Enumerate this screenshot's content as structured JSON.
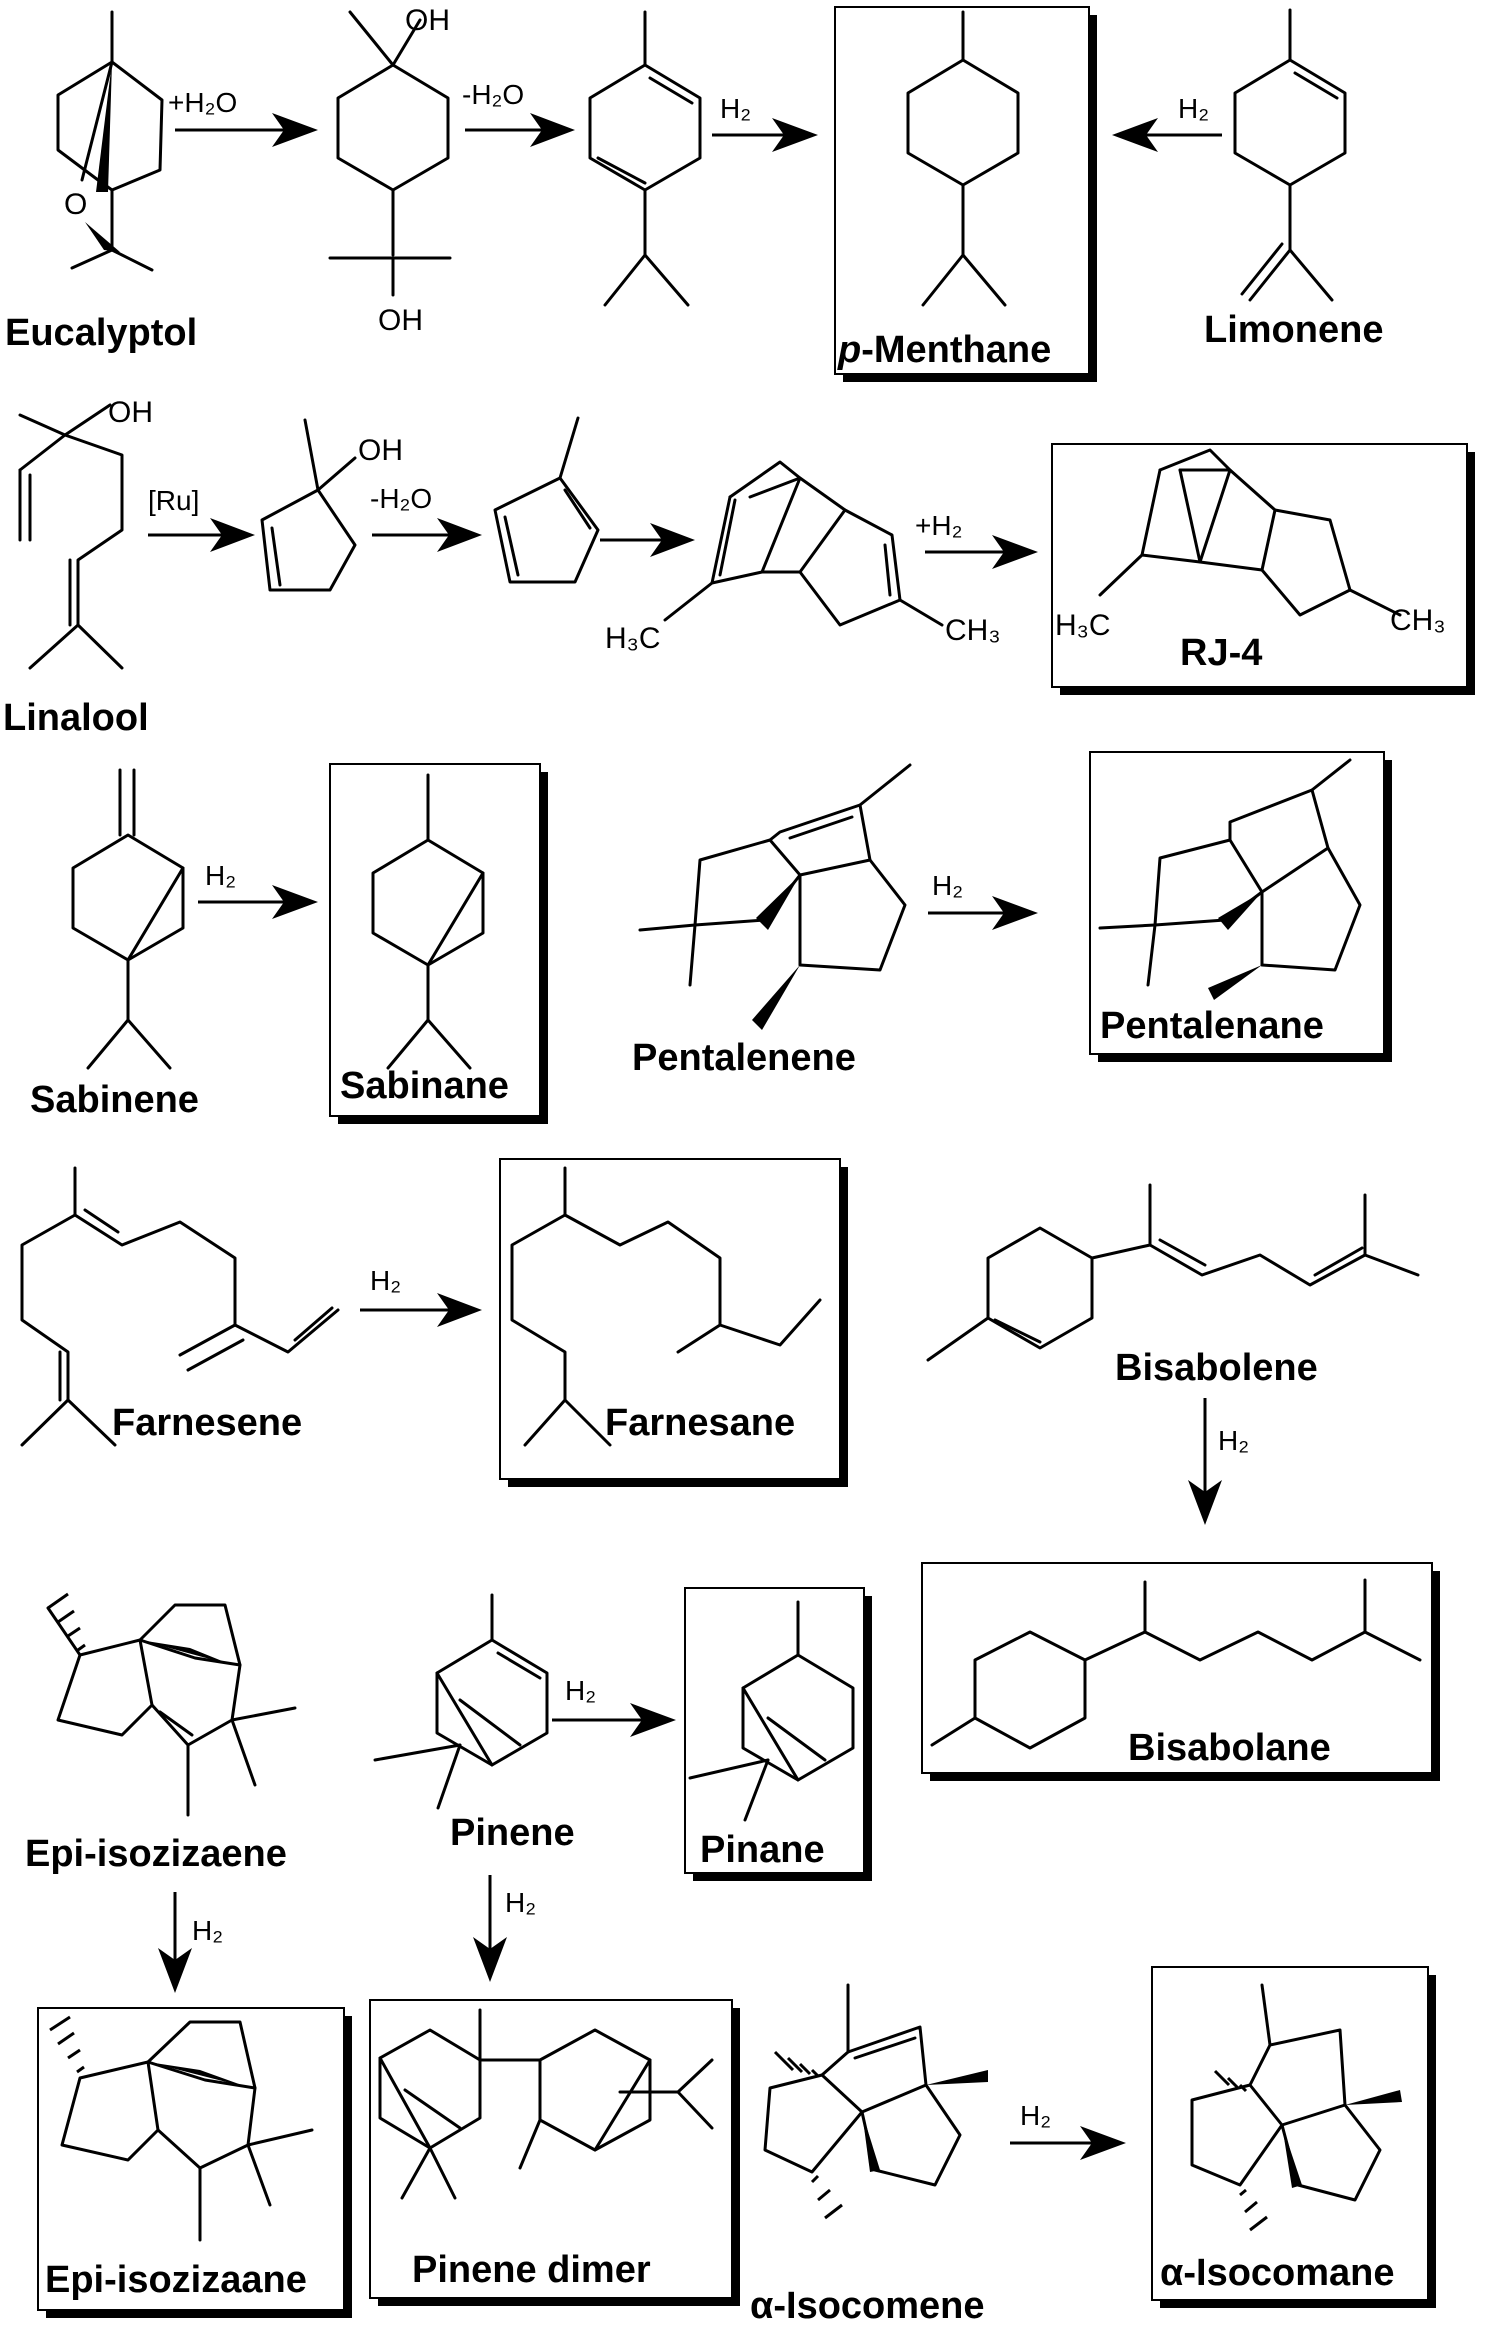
{
  "compounds": {
    "eucalyptol": "Eucalyptol",
    "p_menthane_prefix": "p",
    "p_menthane_suffix": "-Menthane",
    "limonene": "Limonene",
    "linalool": "Linalool",
    "rj4": "RJ-4",
    "sabinene": "Sabinene",
    "sabinane": "Sabinane",
    "pentalenene": "Pentalenene",
    "pentalenane": "Pentalenane",
    "farnesene": "Farnesene",
    "farnesane": "Farnesane",
    "bisabolene": "Bisabolene",
    "bisabolane": "Bisabolane",
    "epi_isozizaene": "Epi-isozizaene",
    "pinene": "Pinene",
    "pinane": "Pinane",
    "epi_isozizaane": "Epi-isozizaane",
    "pinene_dimer": "Pinene dimer",
    "isocomene": "α-Isocomene",
    "isocomane": "α-Isocomane"
  },
  "conditions": {
    "add_water": "+H₂O",
    "minus_water": "-H₂O",
    "h2": "H₂",
    "ru": "[Ru]",
    "plus_h2": "+H₂"
  },
  "atoms": {
    "oh": "OH",
    "o": "O",
    "h3c": "H₃C",
    "ch3": "CH₃"
  }
}
